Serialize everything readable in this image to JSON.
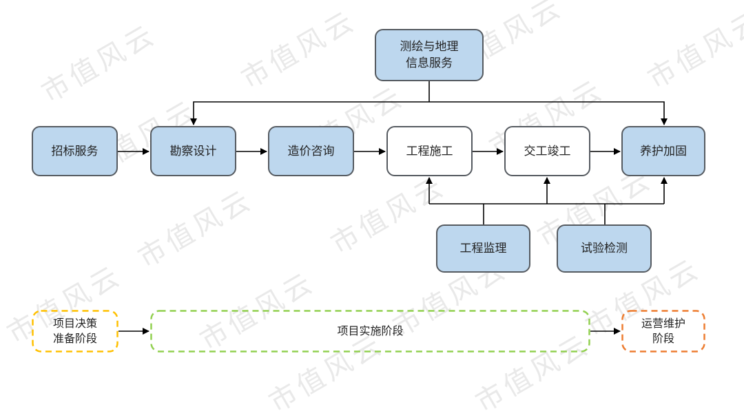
{
  "diagram": {
    "type": "flowchart",
    "watermark": "市值风云",
    "colors": {
      "process_fill": "#bdd7ee",
      "process_plain_fill": "#ffffff",
      "border": "#555a60",
      "arrow": "#000000",
      "stage_decision": "#ffc000",
      "stage_implementation": "#92d050",
      "stage_operation": "#ed7d31"
    },
    "nodes": {
      "survey_mapping": {
        "line1": "测绘与地理",
        "line2": "信息服务"
      },
      "bidding": {
        "label": "招标服务"
      },
      "design": {
        "label": "勘察设计"
      },
      "cost": {
        "label": "造价咨询"
      },
      "construction": {
        "label": "工程施工"
      },
      "completion": {
        "label": "交工竣工"
      },
      "maintenance": {
        "label": "养护加固"
      },
      "supervision": {
        "label": "工程监理"
      },
      "testing": {
        "label": "试验检测"
      }
    },
    "stages": {
      "decision": {
        "line1": "项目决策",
        "line2": "准备阶段"
      },
      "implementation": {
        "label": "项目实施阶段"
      },
      "operation": {
        "line1": "运营维护",
        "line2": "阶段"
      }
    },
    "edges": [
      {
        "from": "招标服务",
        "to": "勘察设计"
      },
      {
        "from": "勘察设计",
        "to": "造价咨询"
      },
      {
        "from": "造价咨询",
        "to": "工程施工"
      },
      {
        "from": "工程施工",
        "to": "交工竣工"
      },
      {
        "from": "交工竣工",
        "to": "养护加固"
      },
      {
        "from": "测绘与地理信息服务",
        "to": "勘察设计"
      },
      {
        "from": "测绘与地理信息服务",
        "to": "养护加固"
      },
      {
        "from": "工程监理",
        "to": "工程施工"
      },
      {
        "from": "工程监理",
        "to": "交工竣工"
      },
      {
        "from": "工程监理",
        "to": "养护加固"
      },
      {
        "from": "试验检测",
        "to": "工程施工"
      },
      {
        "from": "试验检测",
        "to": "交工竣工"
      },
      {
        "from": "试验检测",
        "to": "养护加固"
      },
      {
        "from": "项目决策准备阶段",
        "to": "项目实施阶段"
      },
      {
        "from": "项目实施阶段",
        "to": "运营维护阶段"
      }
    ]
  }
}
